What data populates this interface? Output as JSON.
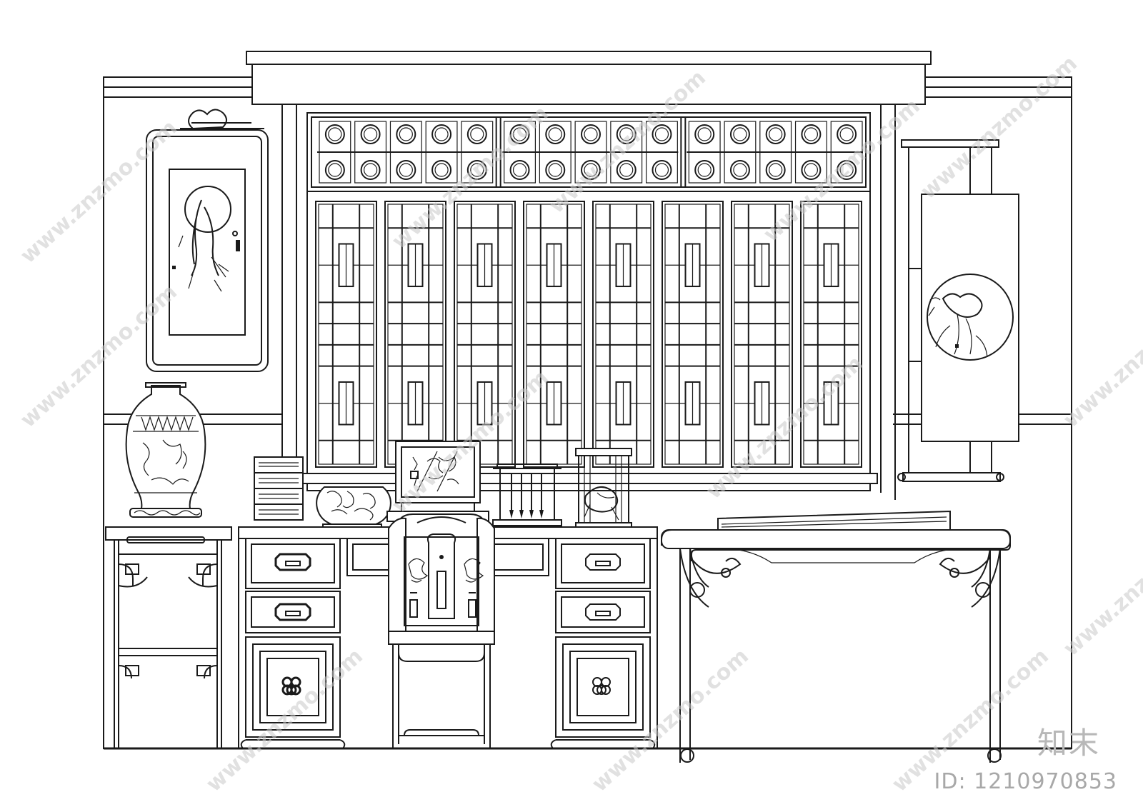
{
  "watermark": {
    "domain": "www.znzmo.com",
    "brand": "知末",
    "id_label": "ID: 1210970853"
  }
}
